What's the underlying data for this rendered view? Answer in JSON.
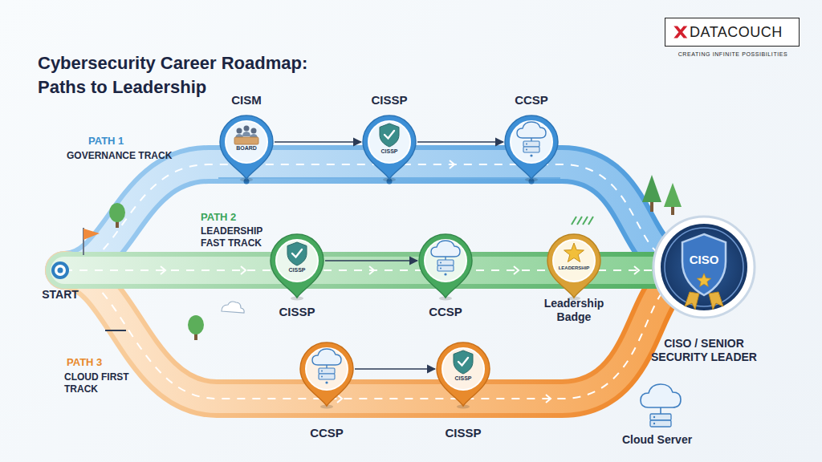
{
  "diagram": {
    "title": "Cybersecurity Career Roadmap: Paths to Leadership",
    "nodes": [
      {
        "text": [
          "DATACOUCH",
          "CREATING INFINITE POSSIBILITIES"
        ]
      },
      {
        "text": [
          "CISM",
          "BOARD"
        ]
      },
      {
        "text": [
          "CISSP",
          "CISSP"
        ]
      },
      {
        "text": [
          "CCSP"
        ]
      },
      {
        "text": [
          "START"
        ]
      },
      {
        "text": [
          "CISSP",
          "CISSP"
        ]
      },
      {
        "text": [
          "CCSP"
        ]
      },
      {
        "text": [
          "LEADERSHIP",
          "Leadership Badge"
        ]
      },
      {
        "text": [
          "CISO",
          "CISO / SENIOR SECURITY LEADER"
        ]
      },
      {
        "text": [
          "CCSP"
        ]
      },
      {
        "text": [
          "CISSP",
          "CISSP"
        ]
      }
    ],
    "edges": [
      {
        "from": 1,
        "to": 2,
        "arrow": "to"
      },
      {
        "from": 2,
        "to": 3,
        "arrow": "to"
      },
      {
        "from": 5,
        "to": 6,
        "arrow": "to"
      },
      {
        "from": 9,
        "to": 10,
        "arrow": "to"
      }
    ],
    "labels": [
      "PATH 1",
      "GOVERNANCE TRACK",
      "PATH 2",
      "LEADERSHIP FAST TRACK",
      "PATH 3",
      "CLOUD FIRST TRACK",
      "Cloud Server"
    ]
  }
}
